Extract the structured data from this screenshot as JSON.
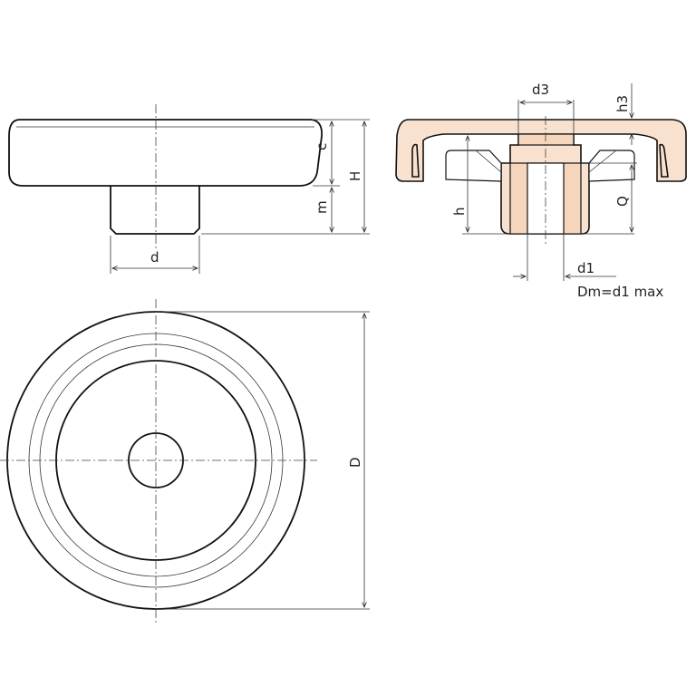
{
  "labels": {
    "d": "d",
    "c": "c",
    "m": "m",
    "H": "H",
    "d3": "d3",
    "h3": "h3",
    "h": "h",
    "Q": "Q",
    "d1": "d1",
    "dm_note": "Dm=d1 max",
    "D": "D"
  },
  "colors": {
    "section_fill": "#f8e2cf",
    "insert_fill": "#f5d6bc"
  }
}
